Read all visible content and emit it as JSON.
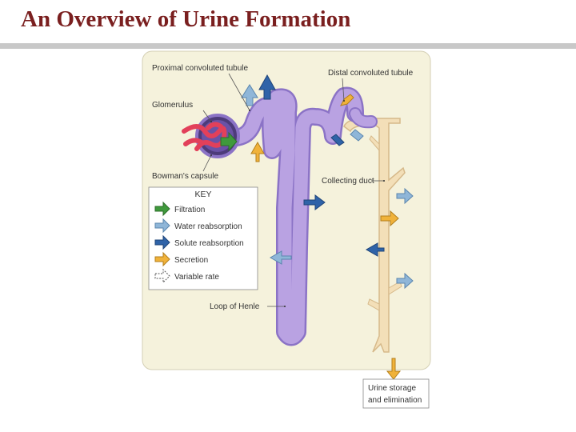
{
  "title": "An Overview of Urine Formation",
  "labels": {
    "proximal": "Proximal convoluted tubule",
    "distal": "Distal convoluted tubule",
    "glomerulus": "Glomerulus",
    "bowmans": "Bowman's capsule",
    "collecting": "Collecting duct",
    "loop": "Loop of Henle",
    "urine_line1": "Urine storage",
    "urine_line2": "and elimination"
  },
  "key": {
    "title": "KEY",
    "items": [
      {
        "label": "Filtration",
        "color": "#3f9a3c"
      },
      {
        "label": "Water reabsorption",
        "color": "#8fb6d8"
      },
      {
        "label": "Solute reabsorption",
        "color": "#2f63a8"
      },
      {
        "label": "Secretion",
        "color": "#f0b23a"
      },
      {
        "label": "Variable rate",
        "color": "#ffffff"
      }
    ]
  },
  "colors": {
    "title": "#7a1f1f",
    "panel": "#f5f2dc",
    "tubule": "#b9a2e2",
    "tubule_outline": "#8b73c6",
    "duct": "#f3dfb8",
    "glomerulus": "#e2405a"
  }
}
